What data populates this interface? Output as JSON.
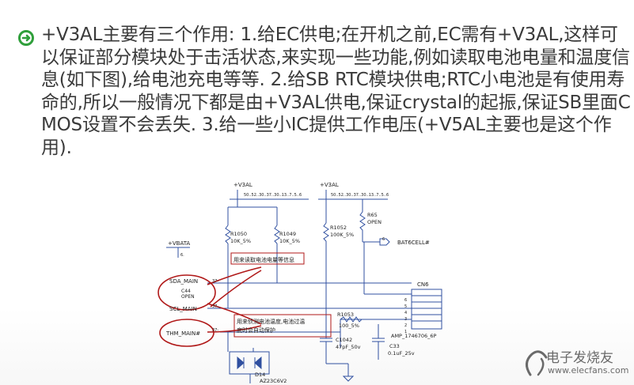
{
  "bullet": {
    "icon": "arrow-circle-icon",
    "color": "#2f9f3b",
    "text": "+V3AL主要有三个作用: 1.给EC供电;在开机之前,EC需有+V3AL,这样可以保证部分模块处于击活状态,来实现一些功能,例如读取电池电量和温度信息(如下图),给电池充电等等. 2.给SB RTC模块供电;RTC小电池是有使用寿命的,所以一般情况下都是由+V3AL供电,保证crystal的起振,保证SB里面CMOS设置不会丢失. 3.给一些小IC提供工作电压(+V5AL主要也是这个作用)."
  },
  "schematic": {
    "rail_left": "+V3AL",
    "rail_right": "+V3AL",
    "rail_left_refs": "50..52..30..37..30..13..7..5..6",
    "rail_right_refs": "50..52..30..37..30..13..7..5..6",
    "vbata": "+VBATA",
    "vbata_ref": "6.",
    "r1050": "R1050",
    "r1050_val": "10K_5%",
    "r1049": "R1049",
    "r1049_val": "10K_5%",
    "r1052": "R1052",
    "r1052_val": "100K_5%",
    "r65": "R65",
    "r65_val": "OPEN",
    "bat_net": "BAT6CELL#",
    "bat_ref": "6",
    "note1": "用来读取电池电量等信息",
    "sda": "SDA_MAIN",
    "scl": "SCL_MAIN",
    "thm": "THM_MAIN#",
    "ref37": "37-",
    "c44": "C44",
    "c44_val": "OPEN",
    "cn6": "CN6",
    "cn6_part": "AMP_1746706_6P",
    "r1053": "R1053",
    "r1053_val": "100_5%",
    "note2_line1": "用来侦测电池温度,电池过温",
    "note2_line2": "度时会自动保护",
    "c1042": "C1042",
    "c1042_val": "47pF_50v",
    "c33": "C33",
    "c33_val": "0.1uF_25v",
    "d14": "D14",
    "d14_part": "AZ23C6V2",
    "pin_nums": [
      "6",
      "5",
      "4",
      "3",
      "2",
      "1"
    ]
  },
  "watermark": {
    "text": "电子发烧友",
    "url": "www.elecfans.com"
  }
}
